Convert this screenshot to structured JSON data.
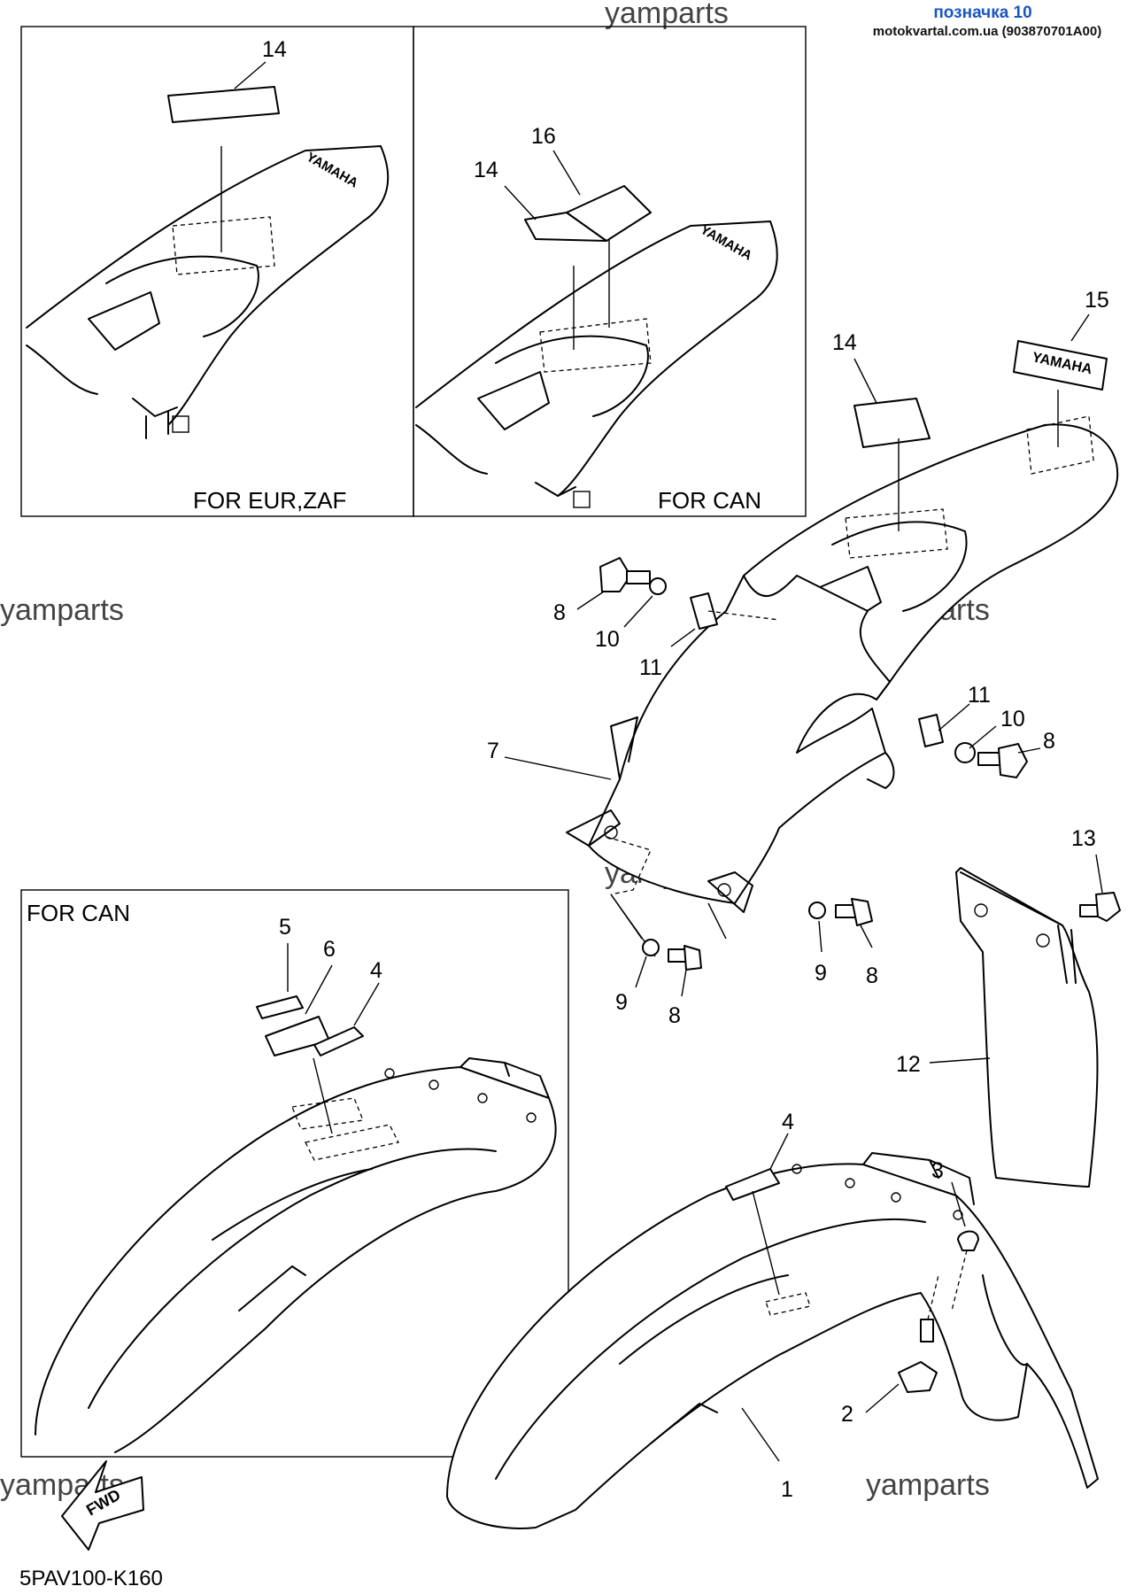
{
  "header": {
    "title": "позначка 10",
    "subtitle": "motokvartal.com.ua (903870701A00)",
    "title_color": "#1a56c4"
  },
  "watermark": "yamparts",
  "diagram_code": "5PAV100-K160",
  "fwd_label": "FWD",
  "decal_text": "YAMAHA",
  "panels": {
    "eur_zaf": "FOR EUR,ZAF",
    "can_top": "FOR CAN",
    "can_front": "FOR CAN"
  },
  "callouts": {
    "p1": "1",
    "p2": "2",
    "p3": "3",
    "p4": "4",
    "p4b": "4",
    "p5": "5",
    "p6": "6",
    "p7": "7",
    "p8a": "8",
    "p8b": "8",
    "p8c": "8",
    "p8d": "8",
    "p9a": "9",
    "p9b": "9",
    "p10a": "10",
    "p10b": "10",
    "p11a": "11",
    "p11b": "11",
    "p12": "12",
    "p13": "13",
    "p14a": "14",
    "p14b": "14",
    "p14c": "14",
    "p15": "15",
    "p16": "16"
  }
}
